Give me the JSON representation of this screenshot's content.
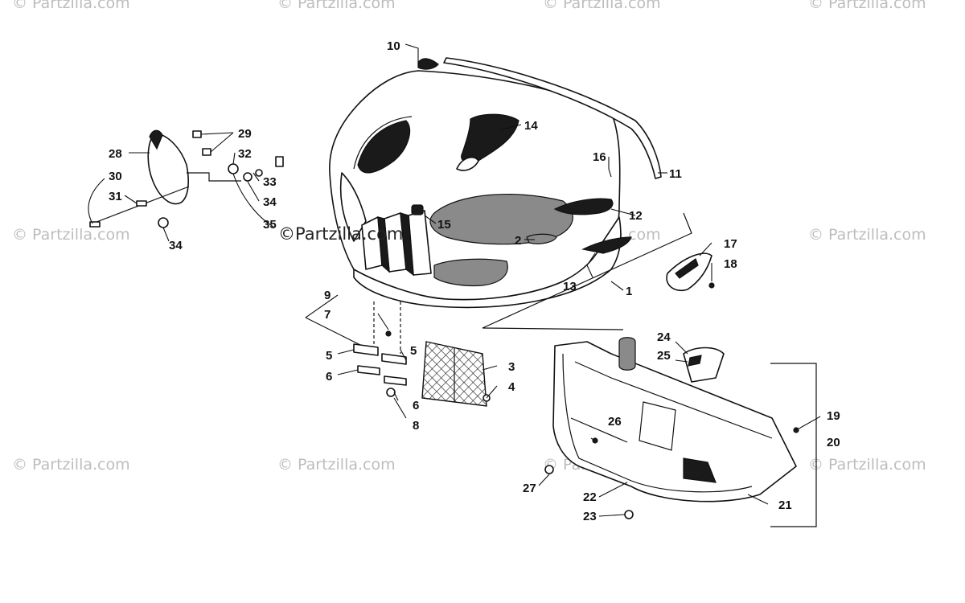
{
  "watermark": {
    "text": "© Partzilla.com",
    "main_text": "©Partzilla.com"
  },
  "callouts": {
    "c1": "1",
    "c2": "2",
    "c3": "3",
    "c4": "4",
    "c5a": "5",
    "c5b": "5",
    "c6a": "6",
    "c6b": "6",
    "c7": "7",
    "c8": "8",
    "c9": "9",
    "c10": "10",
    "c11": "11",
    "c12": "12",
    "c13": "13",
    "c14": "14",
    "c15": "15",
    "c16": "16",
    "c17": "17",
    "c18": "18",
    "c19": "19",
    "c20": "20",
    "c21": "21",
    "c22": "22",
    "c23": "23",
    "c24": "24",
    "c25": "25",
    "c26": "26",
    "c27": "27",
    "c28": "28",
    "c29": "29",
    "c30": "30",
    "c31": "31",
    "c32": "32",
    "c33": "33",
    "c34a": "34",
    "c34b": "34",
    "c35": "35"
  },
  "colors": {
    "ink": "#111111",
    "watermark": "#bdbdbd",
    "background": "#ffffff"
  }
}
